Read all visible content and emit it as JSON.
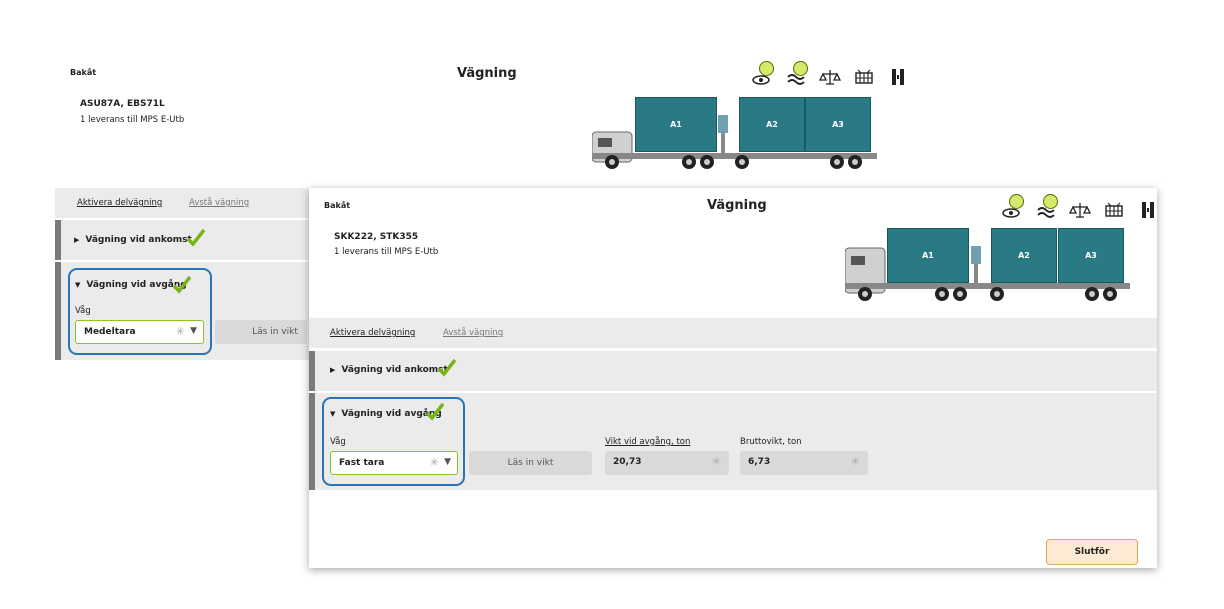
{
  "back_panel": {
    "back": "Bakåt",
    "title": "Vägning",
    "vehicles": "ASU87A, EBS71L",
    "deliveries": "1 leverans till MPS E-Utb",
    "tabs": [
      "Aktivera delvägning",
      "Avstå vägning"
    ],
    "arrival": "Vägning vid ankomst",
    "departure": "Vägning vid avgång",
    "scale_label": "Våg",
    "scale_value": "Medeltara",
    "read_weight": "Läs in vikt",
    "containers": [
      "A1",
      "A2",
      "A3"
    ]
  },
  "front_panel": {
    "back": "Bakåt",
    "title": "Vägning",
    "vehicles": "SKK222, STK355",
    "deliveries": "1 leverans till MPS E-Utb",
    "tabs": [
      "Aktivera delvägning",
      "Avstå vägning"
    ],
    "arrival": "Vägning vid ankomst",
    "departure": "Vägning vid avgång",
    "scale_label": "Våg",
    "scale_value": "Fast tara",
    "read_weight": "Läs in vikt",
    "weight_label": "Vikt vid avgång, ton",
    "weight_value": "20,73",
    "gross_label": "Bruttovikt, ton",
    "gross_value": "6,73",
    "finish": "Slutför",
    "containers": [
      "A1",
      "A2",
      "A3"
    ]
  },
  "icons": [
    "eye-check-icon",
    "approx-check-icon",
    "scale-icon",
    "grid-icon",
    "road-icon"
  ],
  "colors": {
    "accent_green": "#7ab317",
    "highlight_blue": "#2a74b5",
    "container": "#2a7a86"
  }
}
